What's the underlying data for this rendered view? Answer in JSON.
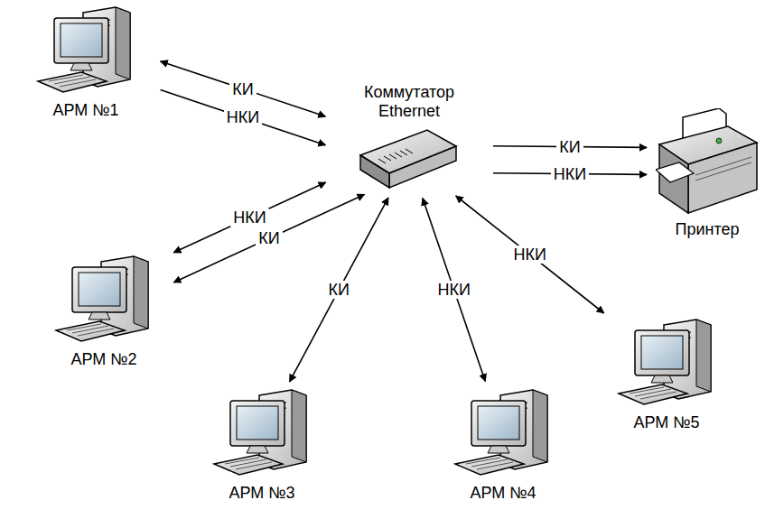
{
  "diagram": {
    "nodes": [
      {
        "text": [
          "АРМ №1"
        ]
      },
      {
        "text": [
          "Коммутатор Ethernet"
        ]
      },
      {
        "text": [
          "Принтер"
        ]
      },
      {
        "text": [
          "АРМ №2"
        ]
      },
      {
        "text": [
          "АРМ №3"
        ]
      },
      {
        "text": [
          "АРМ №4"
        ]
      },
      {
        "text": [
          "АРМ №5"
        ]
      }
    ],
    "edges": [
      {
        "from": 0,
        "to": 1,
        "label": "КИ",
        "arrow": "both"
      },
      {
        "from": 0,
        "to": 1,
        "label": "НКИ",
        "arrow": "to"
      },
      {
        "from": 1,
        "to": 2,
        "label": "КИ",
        "arrow": "to"
      },
      {
        "from": 1,
        "to": 2,
        "label": "НКИ",
        "arrow": "to"
      },
      {
        "from": 3,
        "to": 1,
        "label": "КИ",
        "arrow": "both"
      },
      {
        "from": 3,
        "to": 1,
        "label": "НКИ",
        "arrow": "both"
      },
      {
        "from": 4,
        "to": 1,
        "label": "КИ",
        "arrow": "both"
      },
      {
        "from": 5,
        "to": 1,
        "label": "НКИ",
        "arrow": "both"
      },
      {
        "from": 6,
        "to": 1,
        "label": "НКИ",
        "arrow": "both"
      }
    ]
  }
}
